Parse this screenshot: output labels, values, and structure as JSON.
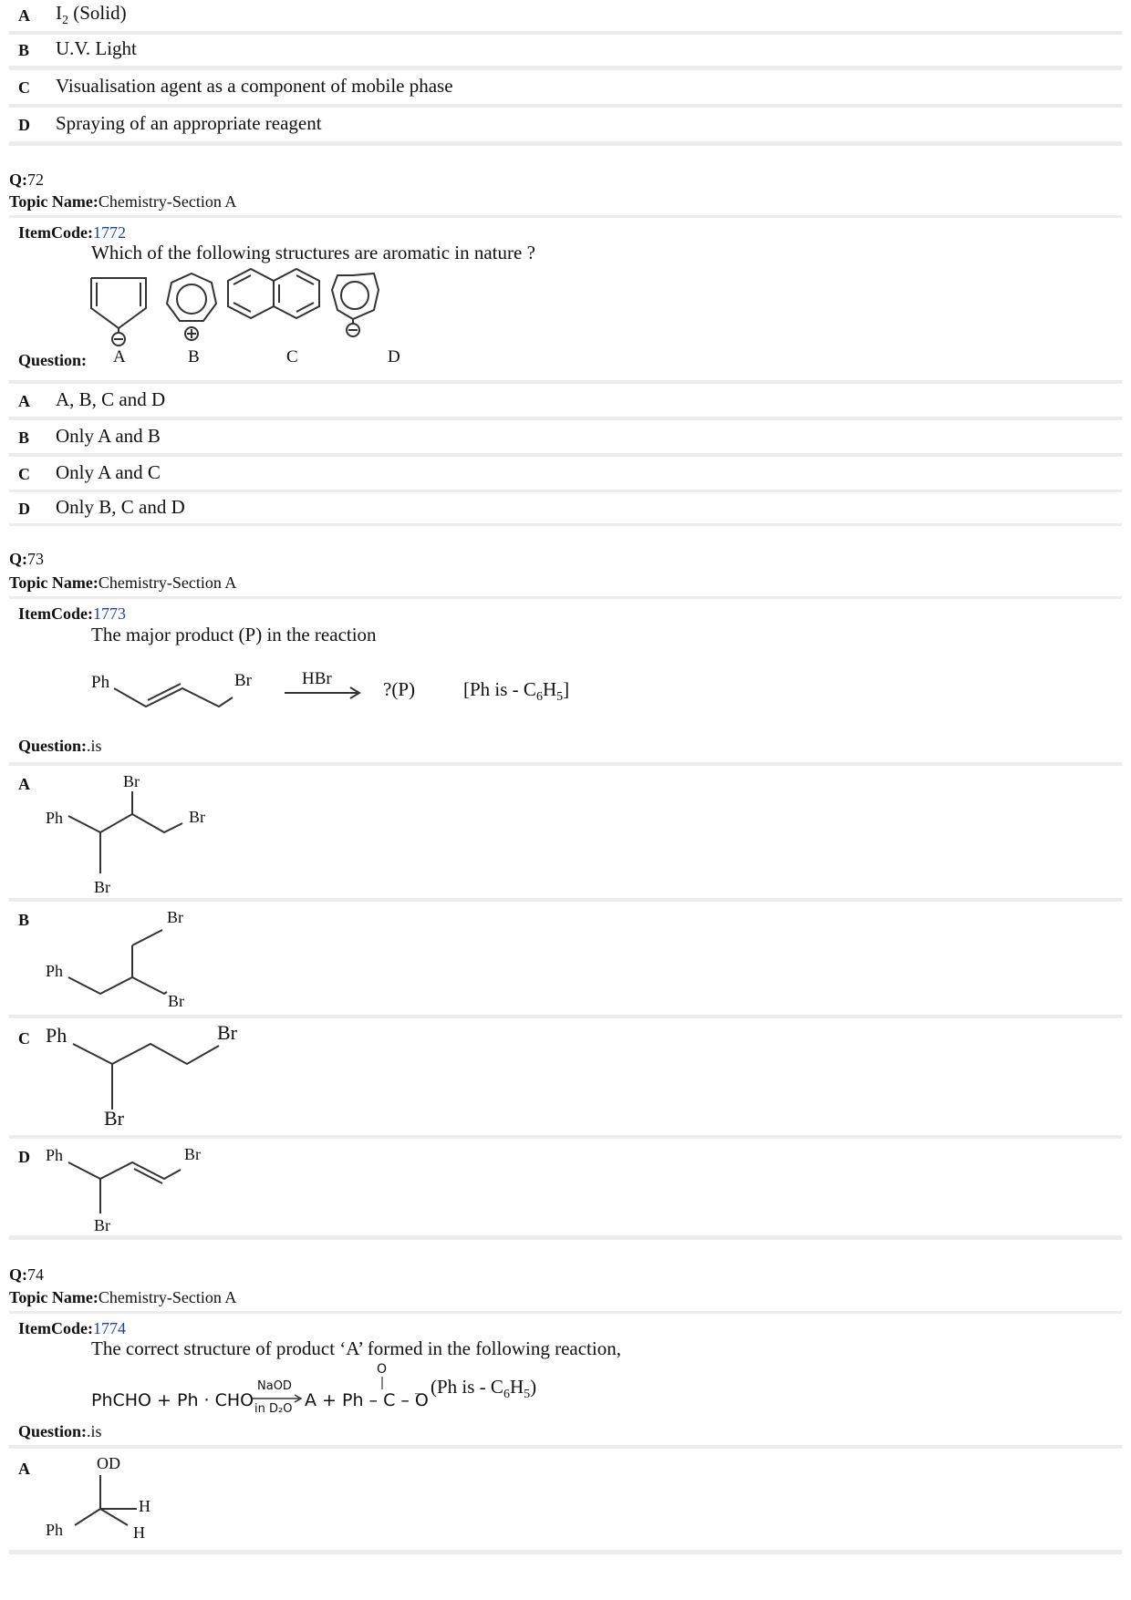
{
  "q71": {
    "options": [
      {
        "label": "A",
        "text_main": "I",
        "text_sub": "2",
        "text_rest": " (Solid)"
      },
      {
        "label": "B",
        "text": "U.V. Light"
      },
      {
        "label": "C",
        "text": "Visualisation agent as a component of mobile phase"
      },
      {
        "label": "D",
        "text": "Spraying of an appropriate reagent"
      }
    ]
  },
  "q72": {
    "q_prefix": "Q:",
    "q_number": "72",
    "topic_prefix": "Topic Name:",
    "topic": "Chemistry-Section A",
    "itemcode_prefix": "ItemCode:",
    "itemcode": "1772",
    "stem": "Which of the following structures are aromatic in nature ?",
    "question_label": "Question:",
    "structure_labels": [
      "A",
      "B",
      "C",
      "D"
    ],
    "options": [
      {
        "label": "A",
        "text": "A, B, C and D"
      },
      {
        "label": "B",
        "text": "Only A and B"
      },
      {
        "label": "C",
        "text": "Only A and C"
      },
      {
        "label": "D",
        "text": "Only B, C and D"
      }
    ]
  },
  "q73": {
    "q_prefix": "Q:",
    "q_number": "73",
    "topic_prefix": "Topic Name:",
    "topic": "Chemistry-Section A",
    "itemcode_prefix": "ItemCode:",
    "itemcode": "1773",
    "stem": "The major product (P) in the reaction",
    "reactant_ph": "Ph",
    "reactant_br": "Br",
    "reagent": "HBr",
    "product": "?(P)",
    "note_prefix": "[Ph is - C",
    "note_sub1": "6",
    "note_mid": "H",
    "note_sub2": "5",
    "note_suffix": "]",
    "question_label": "Question:",
    "question_suffix": ".is",
    "options": [
      {
        "label": "A",
        "ph": "Ph",
        "br1": "Br",
        "br2": "Br",
        "br3": "Br"
      },
      {
        "label": "B",
        "ph": "Ph",
        "br1": "Br",
        "br2": "Br"
      },
      {
        "label": "C",
        "ph": "Ph",
        "br1": "Br",
        "br2": "Br"
      },
      {
        "label": "D",
        "ph": "Ph",
        "br1": "Br",
        "br2": "Br"
      }
    ]
  },
  "q74": {
    "q_prefix": "Q:",
    "q_number": "74",
    "topic_prefix": "Topic Name:",
    "topic": "Chemistry-Section A",
    "itemcode_prefix": "ItemCode:",
    "itemcode": "1774",
    "stem": "The correct structure of product ‘A’ formed in the following reaction,",
    "eq_left": "PhCHO + Ph · CHO",
    "eq_reagent_top": "NaOD",
    "eq_reagent_bottom": "in D₂O",
    "eq_right": "A + Ph – C – O",
    "eq_o_top": "O",
    "eq_charge": "–",
    "note_prefix": "(Ph is - C",
    "note_sub1": "6",
    "note_mid": "H",
    "note_sub2": "5",
    "note_suffix": ")",
    "question_label": "Question:",
    "question_suffix": ".is",
    "options": [
      {
        "label": "A",
        "od": "OD",
        "h1": "H",
        "h2": "H",
        "ph": "Ph"
      }
    ]
  }
}
